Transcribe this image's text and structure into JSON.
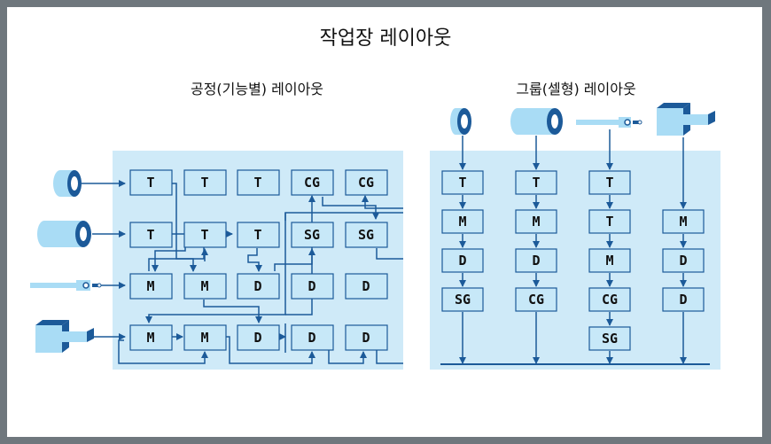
{
  "title": "작업장 레이아웃",
  "left": {
    "subtitle": "공정(기능별) 레이아웃",
    "row1": [
      "T",
      "T",
      "T",
      "CG",
      "CG"
    ],
    "row2": [
      "T",
      "T",
      "T",
      "SG",
      "SG"
    ],
    "row3": [
      "M",
      "M",
      "D",
      "D",
      "D"
    ],
    "row4": [
      "M",
      "M",
      "D",
      "D",
      "D"
    ]
  },
  "right": {
    "subtitle": "그룹(셀형) 레이아웃",
    "cells": [
      [
        "T",
        "M",
        "D",
        "SG"
      ],
      [
        "T",
        "M",
        "D",
        "CG"
      ],
      [
        "T",
        "T",
        "M",
        "CG",
        "SG"
      ],
      [
        "M",
        "D",
        "D"
      ]
    ]
  },
  "colors": {
    "panel": "#cfeaf8",
    "line": "#1c5a99",
    "part": "#a9dcf5"
  }
}
